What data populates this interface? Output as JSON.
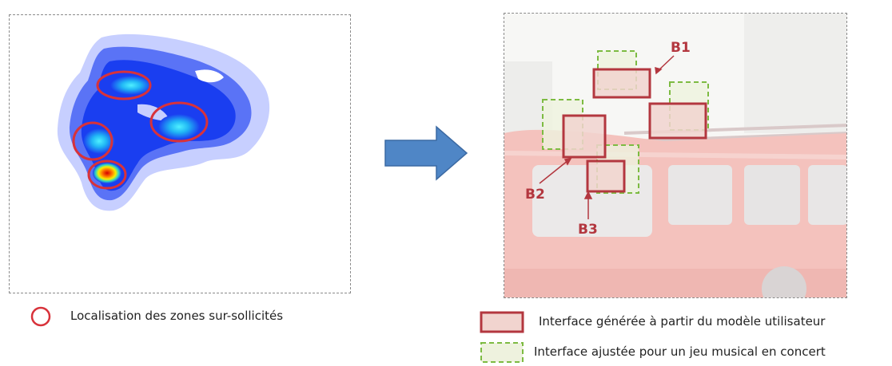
{
  "left_caption": "Localisation des zones sur-sollicités",
  "labels": {
    "b1": "B1",
    "b2": "B2",
    "b3": "B3"
  },
  "legend": {
    "generated": "Interface générée à partir du modèle utilisateur",
    "adjusted": "Interface ajustée pour un jeu musical en concert"
  },
  "colors": {
    "zone_outline": "#d8323a",
    "generated_box": "#b3373f",
    "adjusted_box": "#7dbb42",
    "arrow": "#4f86c6",
    "van": "#f2b8b3"
  }
}
